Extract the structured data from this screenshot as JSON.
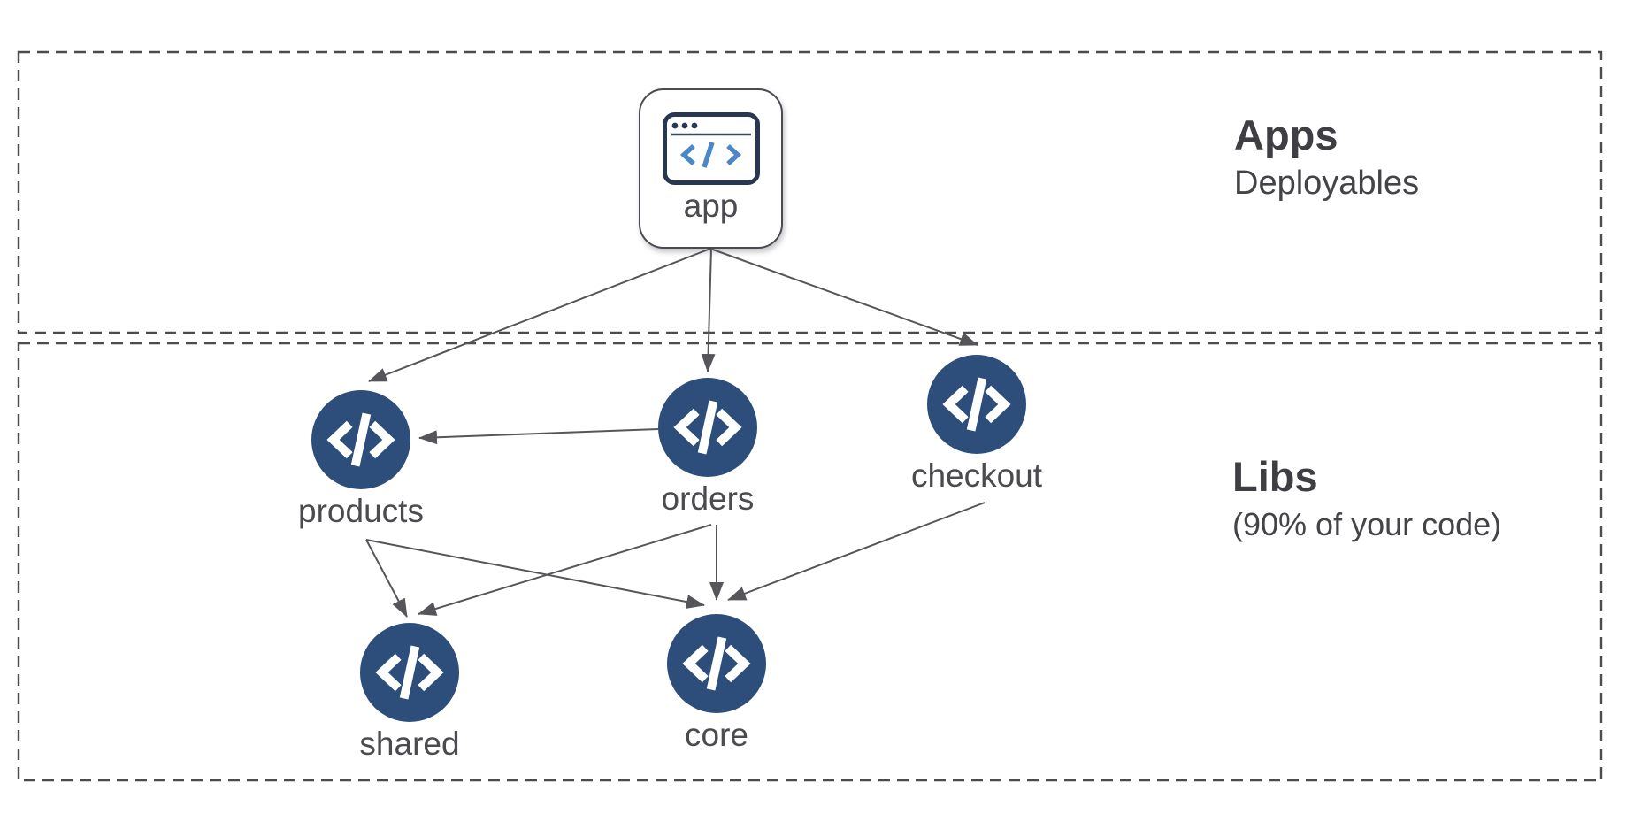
{
  "diagram": {
    "zones": {
      "apps": {
        "title": "Apps",
        "subtitle": "Deployables"
      },
      "libs": {
        "title": "Libs",
        "subtitle": "(90% of your code)"
      }
    },
    "nodes": {
      "app": {
        "label": "app",
        "kind": "application",
        "icon": "browser-window-code-icon",
        "zone": "apps"
      },
      "products": {
        "label": "products",
        "kind": "library",
        "icon": "code-icon",
        "zone": "libs"
      },
      "orders": {
        "label": "orders",
        "kind": "library",
        "icon": "code-icon",
        "zone": "libs"
      },
      "checkout": {
        "label": "checkout",
        "kind": "library",
        "icon": "code-icon",
        "zone": "libs"
      },
      "shared": {
        "label": "shared",
        "kind": "library",
        "icon": "code-icon",
        "zone": "libs"
      },
      "core": {
        "label": "core",
        "kind": "library",
        "icon": "code-icon",
        "zone": "libs"
      }
    },
    "edges": [
      {
        "from": "app",
        "to": "products"
      },
      {
        "from": "app",
        "to": "orders"
      },
      {
        "from": "app",
        "to": "checkout"
      },
      {
        "from": "orders",
        "to": "products"
      },
      {
        "from": "products",
        "to": "shared"
      },
      {
        "from": "products",
        "to": "core"
      },
      {
        "from": "orders",
        "to": "shared"
      },
      {
        "from": "orders",
        "to": "core"
      },
      {
        "from": "checkout",
        "to": "core"
      }
    ],
    "colors": {
      "lib_node_fill": "#2d4d7a",
      "icon_stroke": "#ffffff",
      "edge": "#56565a",
      "zone_border": "#4c4c4f",
      "label_text": "#4a4a4f",
      "heading_text": "#3e3e43",
      "app_icon_code_blue": "#4c87c7",
      "app_icon_frame": "#273850"
    }
  }
}
